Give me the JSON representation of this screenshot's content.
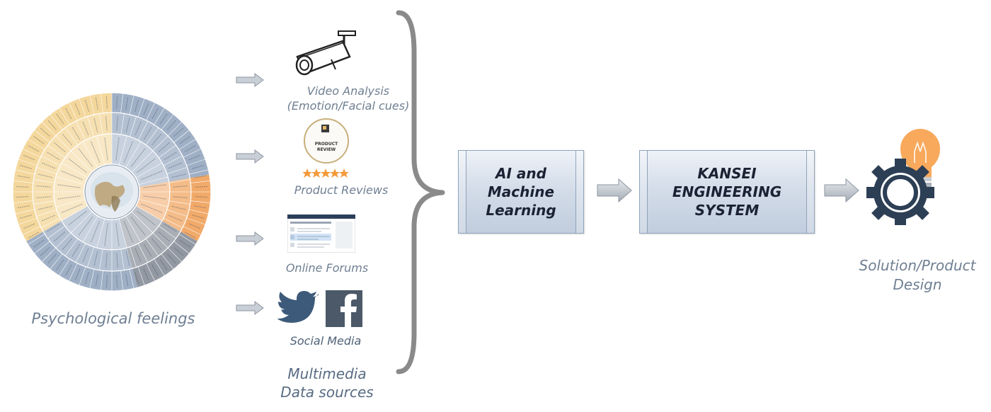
{
  "feelings": {
    "label": "Psychological feelings"
  },
  "sources": {
    "video": "Video Analysis\n(Emotion/Facial cues)",
    "review_badge": "PRODUCT\nREVIEW",
    "reviews": "Product Reviews",
    "forums": "Online Forums",
    "social": "Social Media",
    "group_label": "Multimedia\nData sources"
  },
  "process": {
    "ai_box": "AI and\nMachine\nLearning",
    "kansei_box": "KANSEI\nENGINEERING\nSYSTEM"
  },
  "output": {
    "label": "Solution/Product\nDesign"
  },
  "colors": {
    "wheel_blue": "#9aabc2",
    "wheel_yellow": "#f3d597",
    "wheel_orange": "#f0a562",
    "wheel_gray": "#8c939e",
    "bulb_orange": "#f8a95c",
    "gear_navy": "#2d3f55",
    "twitter_blue": "#3d5a7a",
    "facebook_bg": "#4b5968",
    "star_orange": "#f49a3a",
    "text_italic": "#6f7f92"
  },
  "icons": [
    "camera-icon",
    "product-review-icon",
    "forum-screenshot-icon",
    "twitter-icon",
    "facebook-icon",
    "gear-bulb-icon"
  ]
}
